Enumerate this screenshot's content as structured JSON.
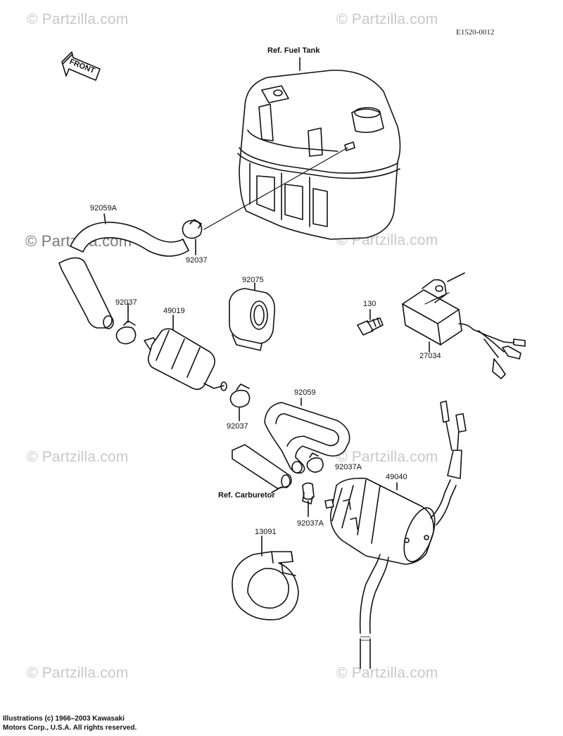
{
  "diagram_code": "E1520-0012",
  "front_label": "FRONT",
  "watermark": "© Partzilla.com",
  "copyright": {
    "line1": "Illustrations (c) 1966–2003 Kawasaki",
    "line2": "Motors Corp., U.S.A.  All rights reserved."
  },
  "labels": {
    "fuel_tank": "Ref. Fuel Tank",
    "hose_92059A": "92059A",
    "clamp_92037_top": "92037",
    "clamp_92037_mid": "92037",
    "clamp_92037_low": "92037",
    "part_92075": "92075",
    "part_49019": "49019",
    "part_130": "130",
    "part_27034": "27034",
    "hose_92059": "92059",
    "clamp_92037A_upper": "92037A",
    "clamp_92037A_lower": "92037A",
    "carburetor": "Ref. Carburetor",
    "part_49040": "49040",
    "part_13091": "13091"
  }
}
